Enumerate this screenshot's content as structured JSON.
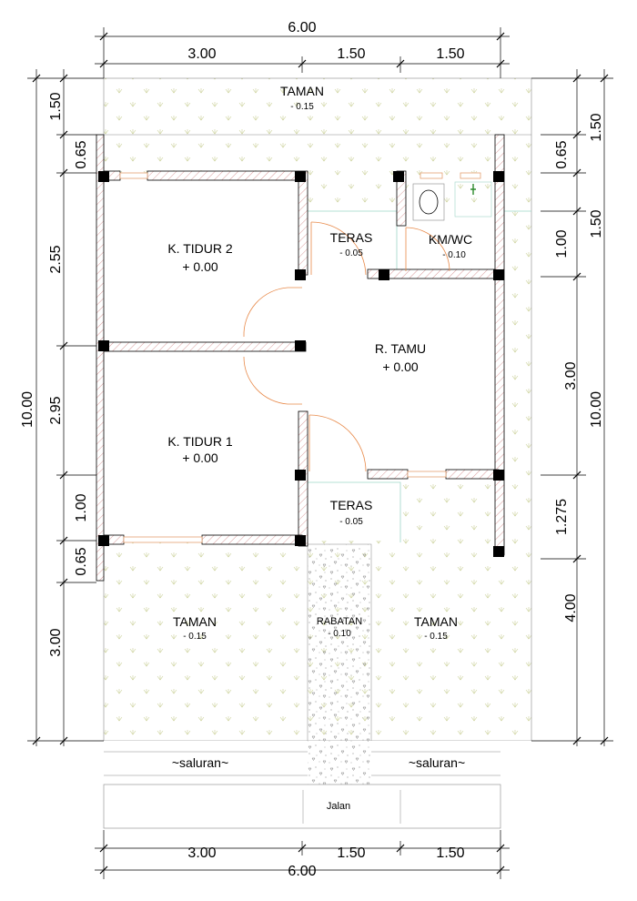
{
  "dimensions": {
    "top_total": "6.00",
    "top_a": "3.00",
    "top_b": "1.50",
    "top_c": "1.50",
    "bottom_total": "6.00",
    "bottom_a": "3.00",
    "bottom_b": "1.50",
    "bottom_c": "1.50",
    "left_total": "10.00",
    "left_1": "1.50",
    "left_2": "0.65",
    "left_3": "2.55",
    "left_4": "2.95",
    "left_5": "1.00",
    "left_6": "0.65",
    "left_7": "3.00",
    "right_total": "10.00",
    "right_1": "1.50",
    "right_2": "0.65",
    "right_3": "1.50",
    "right_4": "1.00",
    "right_5": "3.00",
    "right_6": "1.275",
    "right_7": "4.00"
  },
  "rooms": {
    "taman_top": {
      "name": "TAMAN",
      "elev": "- 0.15"
    },
    "k_tidur_2": {
      "name": "K. TIDUR 2",
      "elev": "+ 0.00"
    },
    "teras_top": {
      "name": "TERAS",
      "elev": "- 0.05"
    },
    "km_wc": {
      "name": "KM/WC",
      "elev": "- 0.10"
    },
    "r_tamu": {
      "name": "R. TAMU",
      "elev": "+ 0.00"
    },
    "k_tidur_1": {
      "name": "K. TIDUR 1",
      "elev": "+ 0.00"
    },
    "teras_bottom": {
      "name": "TERAS",
      "elev": "- 0.05"
    },
    "taman_left": {
      "name": "TAMAN",
      "elev": "- 0.15"
    },
    "rabatan": {
      "name": "RABATAN",
      "elev": "- 0.10"
    },
    "taman_right": {
      "name": "TAMAN",
      "elev": "- 0.15"
    }
  },
  "street": {
    "saluran_left": "~saluran~",
    "saluran_right": "~saluran~",
    "jalan": "Jalan"
  }
}
